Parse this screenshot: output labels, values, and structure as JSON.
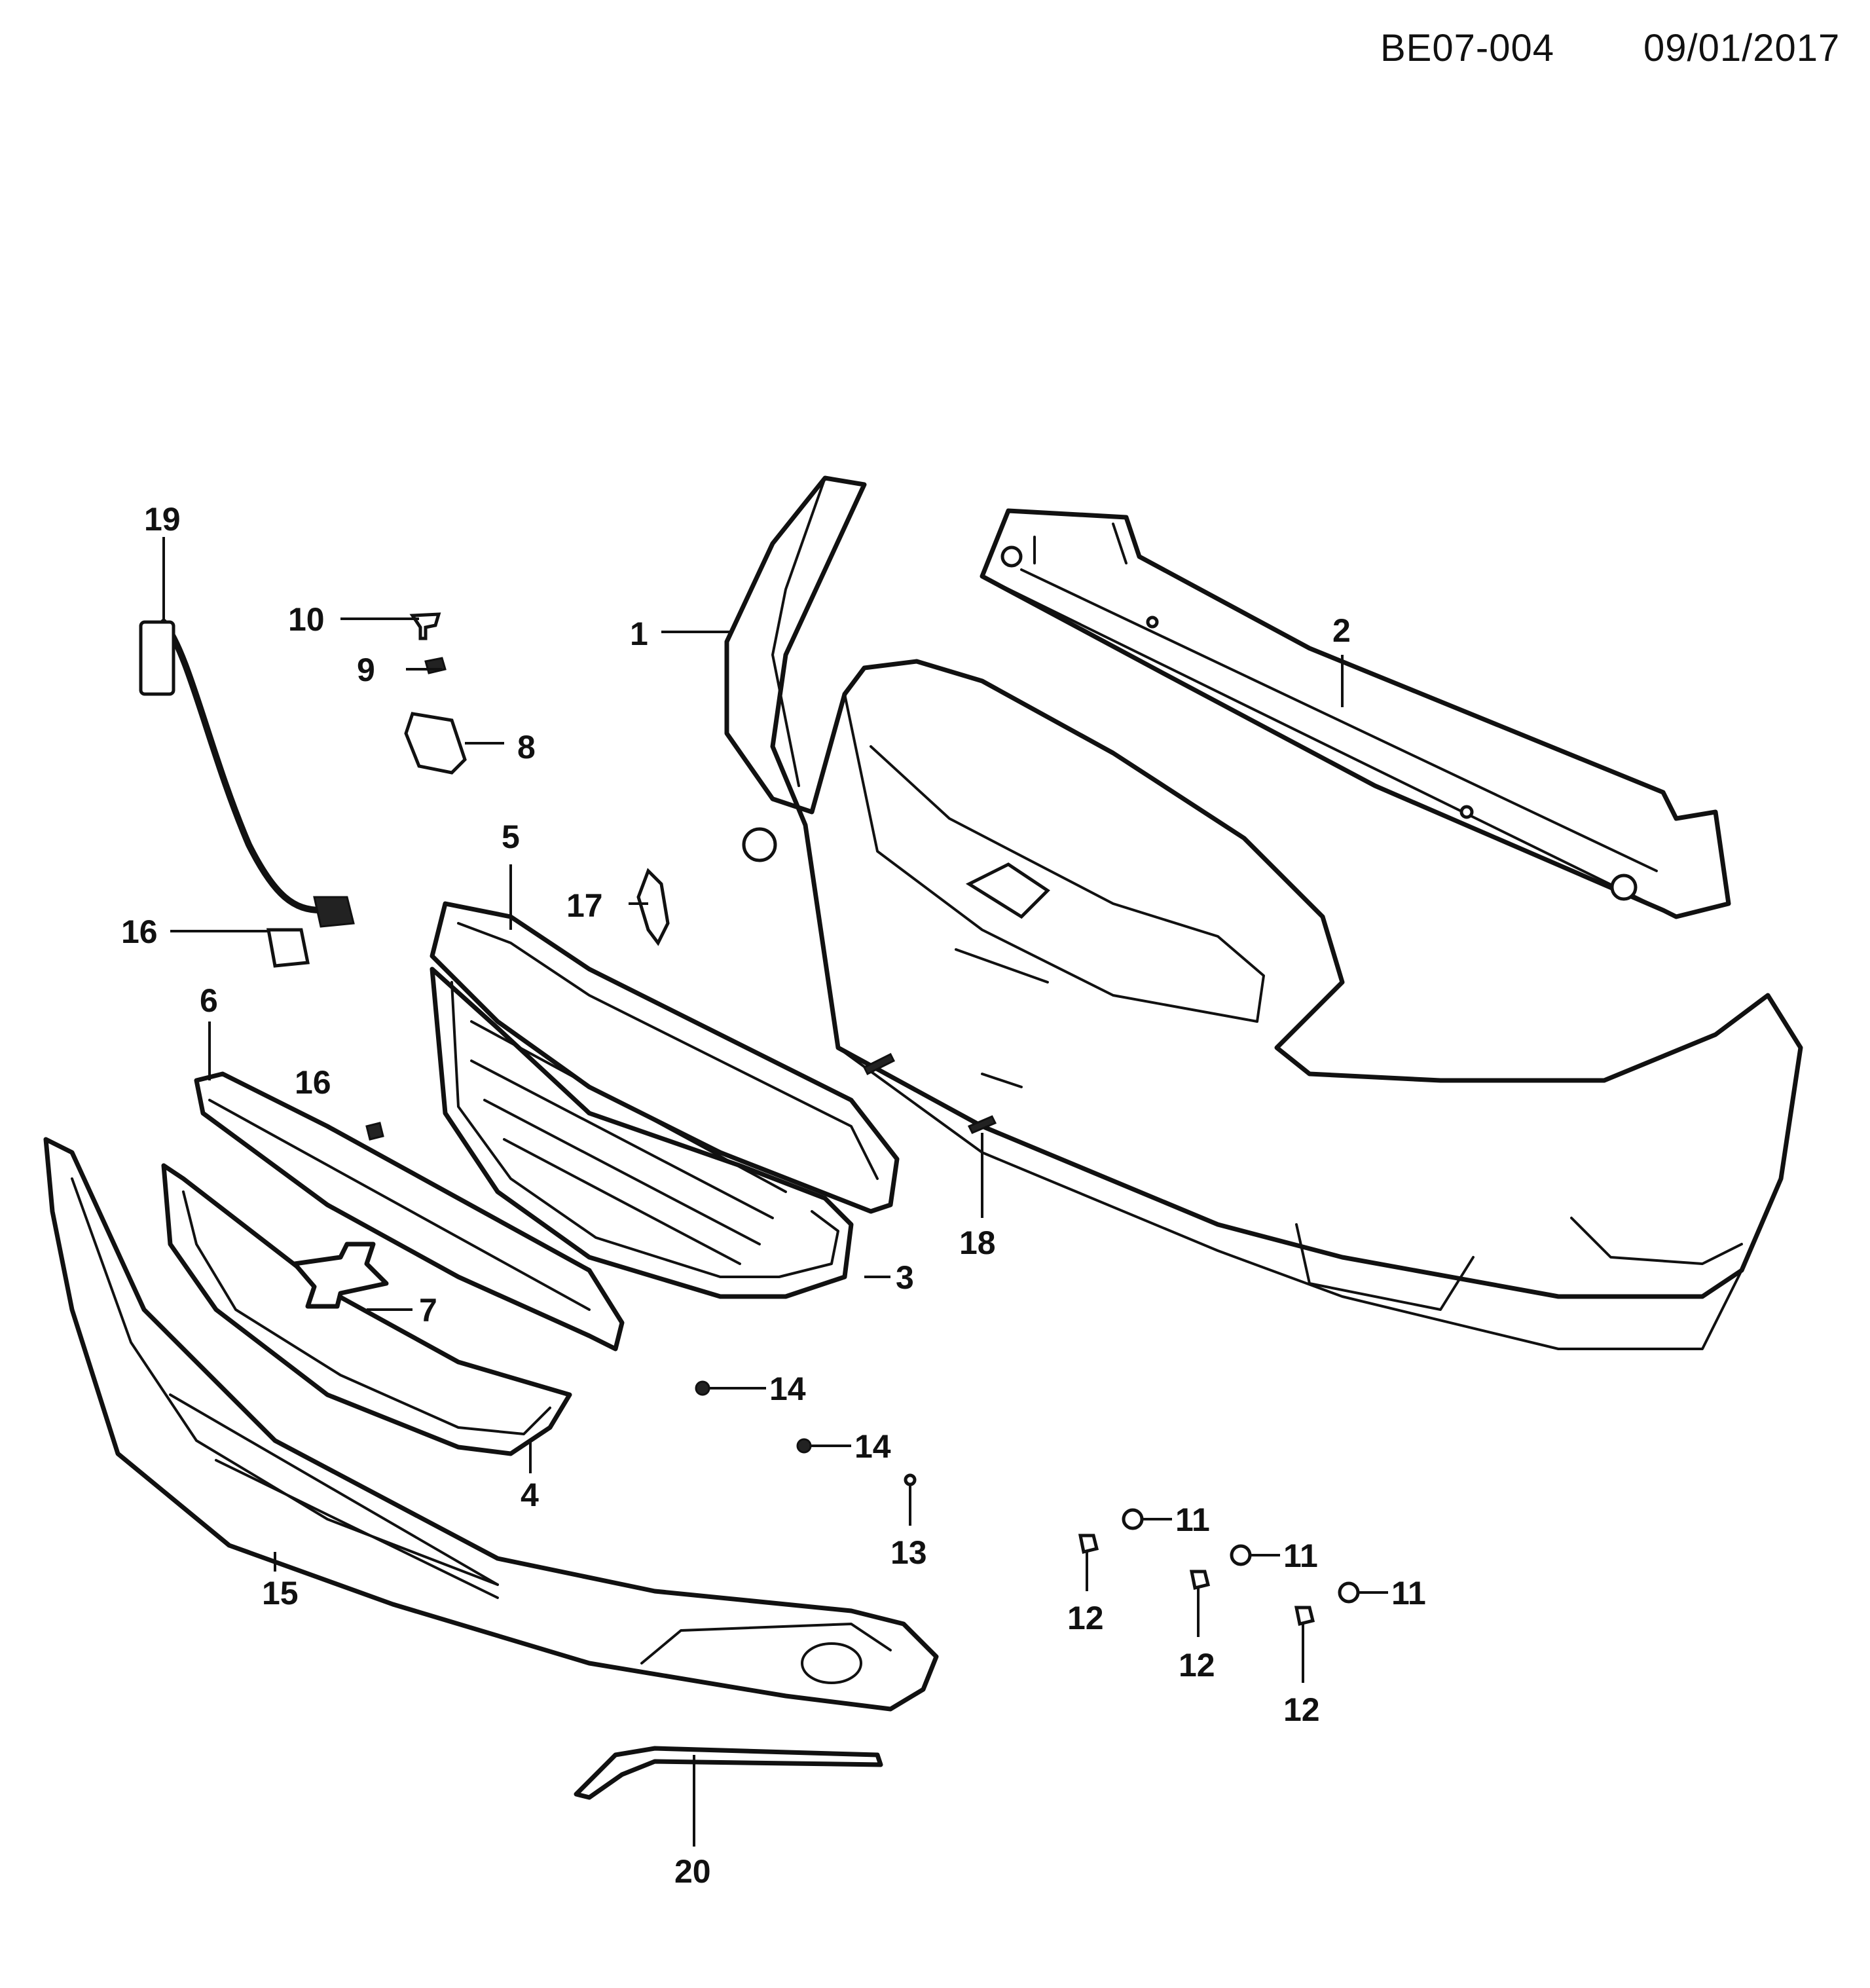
{
  "header": {
    "diagram_code": "BE07-004",
    "date": "09/01/2017"
  },
  "callouts": {
    "c1": "1",
    "c2": "2",
    "c3": "3",
    "c4": "4",
    "c5": "5",
    "c6": "6",
    "c7": "7",
    "c8": "8",
    "c9": "9",
    "c10": "10",
    "c11a": "11",
    "c11b": "11",
    "c11c": "11",
    "c12a": "12",
    "c12b": "12",
    "c12c": "12",
    "c13": "13",
    "c14a": "14",
    "c14b": "14",
    "c15": "15",
    "c16a": "16",
    "c16b": "16",
    "c17": "17",
    "c18": "18",
    "c19": "19",
    "c20": "20"
  }
}
